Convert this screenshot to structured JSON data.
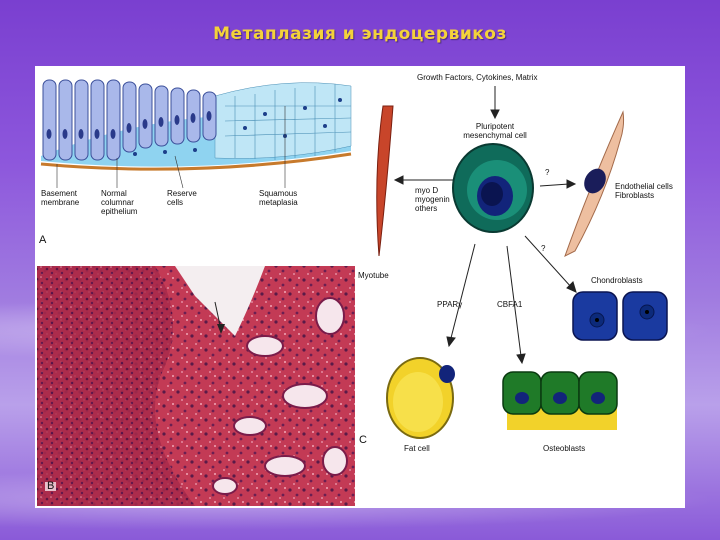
{
  "slide": {
    "title": "Метаплазия и эндоцервикоз"
  },
  "panel_a": {
    "letter": "A",
    "labels": {
      "basement": "Basement\nmembrane",
      "normal": "Normal\ncolumnar\nepithelium",
      "reserve": "Reserve\ncells",
      "squamous": "Squamous\nmetaplasia"
    }
  },
  "panel_b": {
    "letter": "B"
  },
  "panel_c": {
    "letter": "C",
    "labels": {
      "growth": "Growth Factors, Cytokines, Matrix",
      "pluripotent": "Pluripotent\nmesenchymal cell",
      "q1": "?",
      "q2": "?",
      "myod": "myo D\nmyogenin\nothers",
      "myotube": "Myotube",
      "endothelial": "Endothelial cells\nFibroblasts",
      "chondroblasts": "Chondroblasts",
      "ppar": "PPARγ",
      "cbfa": "CBFA1",
      "fat": "Fat cell",
      "osteoblasts": "Osteoblasts"
    }
  }
}
